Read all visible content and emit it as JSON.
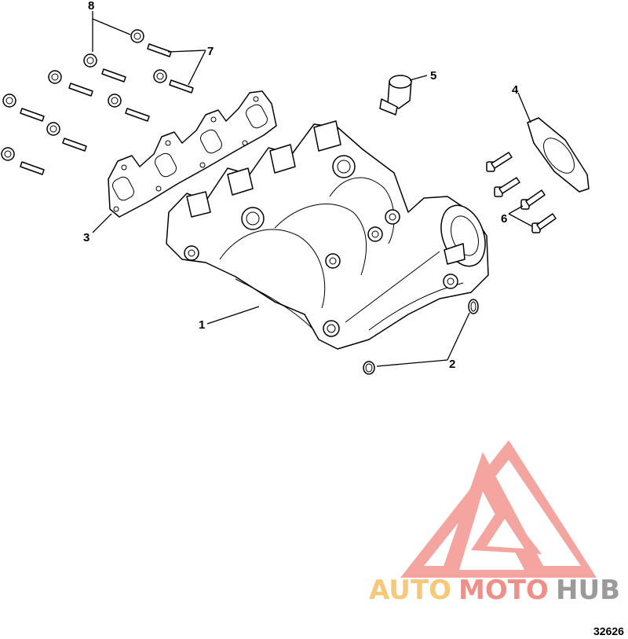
{
  "callouts": {
    "c1": "1",
    "c2": "2",
    "c3": "3",
    "c4": "4",
    "c5": "5",
    "c6": "6",
    "c7": "7",
    "c8": "8"
  },
  "figure_number": "32626",
  "watermark": {
    "part1": "AUTO",
    "part2": "MOTO",
    "part3": "HUB",
    "color_auto": "#F5C87A",
    "color_moto": "#F08E88",
    "color_hub": "#9A9A9A",
    "logo_color": "#F08E88"
  }
}
